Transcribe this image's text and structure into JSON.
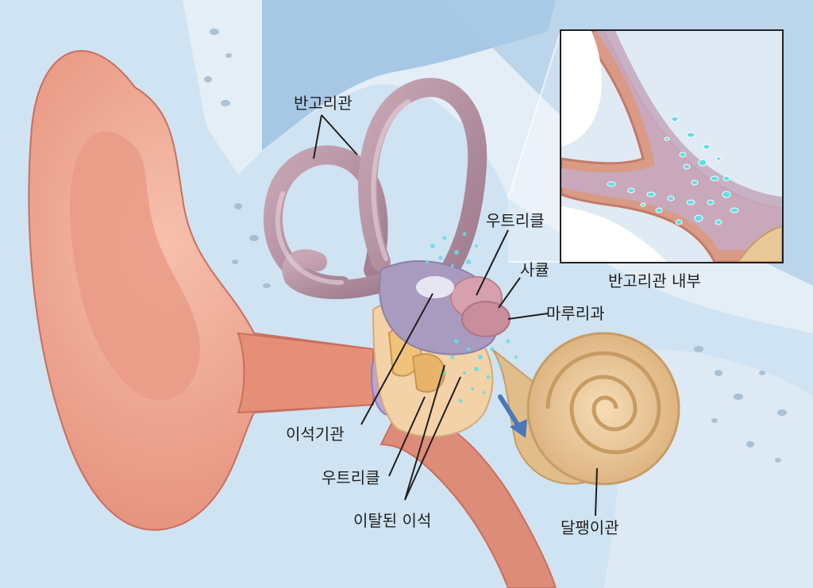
{
  "labels": {
    "semicircular_canals": "반고리관",
    "utricle_top": "우트리클",
    "saccule": "사큘",
    "ampulla": "마루리과",
    "otolith_organ": "이석기관",
    "utricle_bottom": "우트리클",
    "dislodged_otoliths": "이탈된 이석",
    "cochlea": "달팽이관",
    "inset_caption": "반고리관 내부"
  },
  "colors": {
    "background": "#cfe3f2",
    "bone": "#e6eef6",
    "skin": "#f0a58f",
    "skin_dark": "#d97c68",
    "canal": "#b08c9c",
    "cochlea": "#e9c89a",
    "crystals": "#5fe0e6",
    "arrow": "#4a78b8"
  }
}
